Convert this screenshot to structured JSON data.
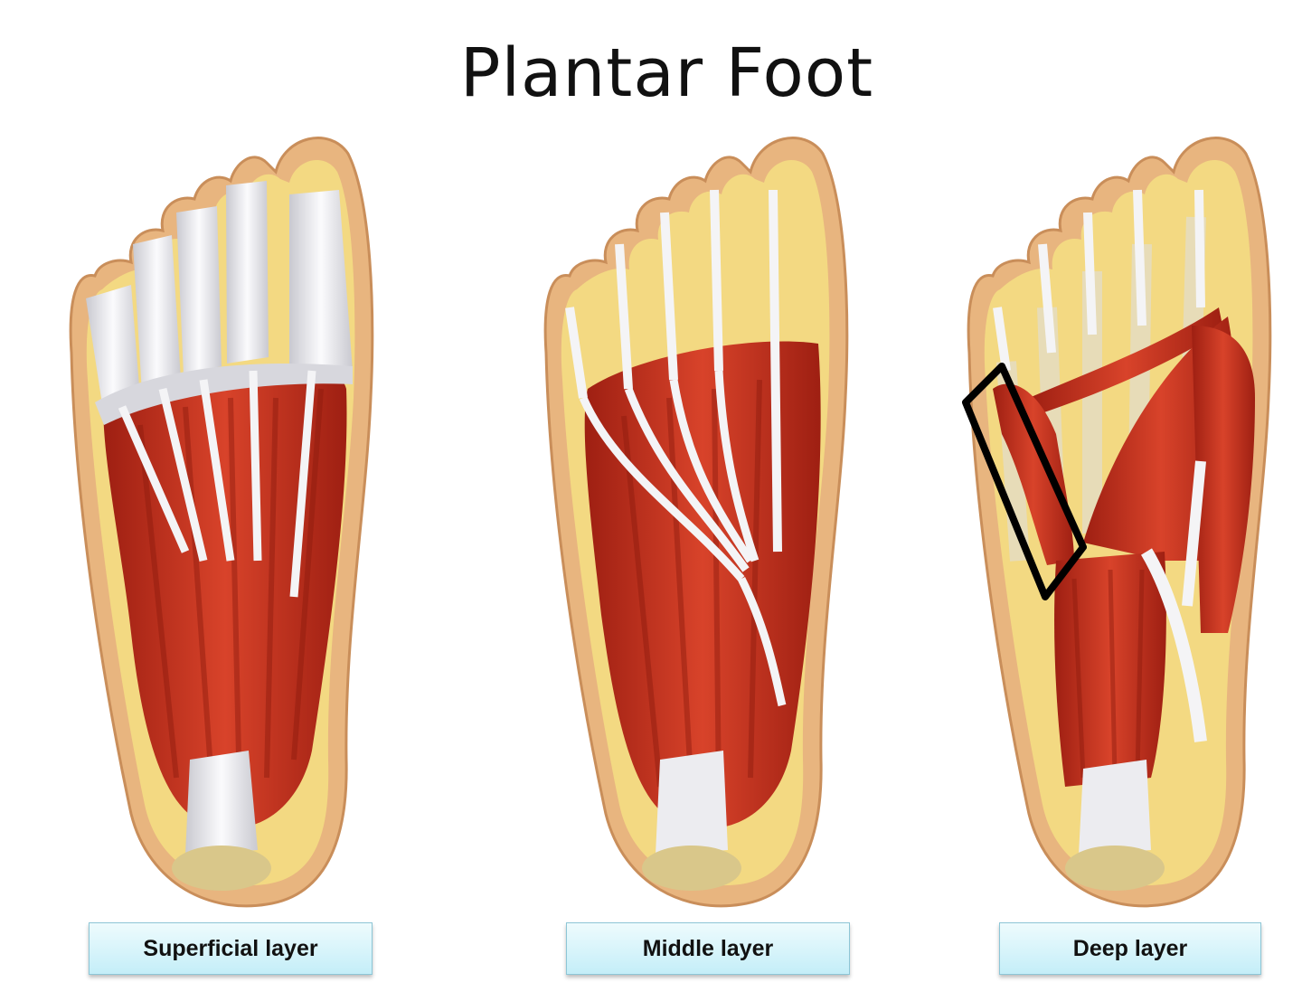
{
  "title": "Plantar Foot",
  "labels": {
    "superficial": "Superficial layer",
    "middle": "Middle layer",
    "deep": "Deep layer"
  },
  "colors": {
    "skin": "#e8b57f",
    "fat": "#f3d982",
    "muscle": "#c8321c",
    "tendon": "#f2f2f4",
    "bone": "#e7dcb8",
    "highlight_box": "#000000"
  }
}
